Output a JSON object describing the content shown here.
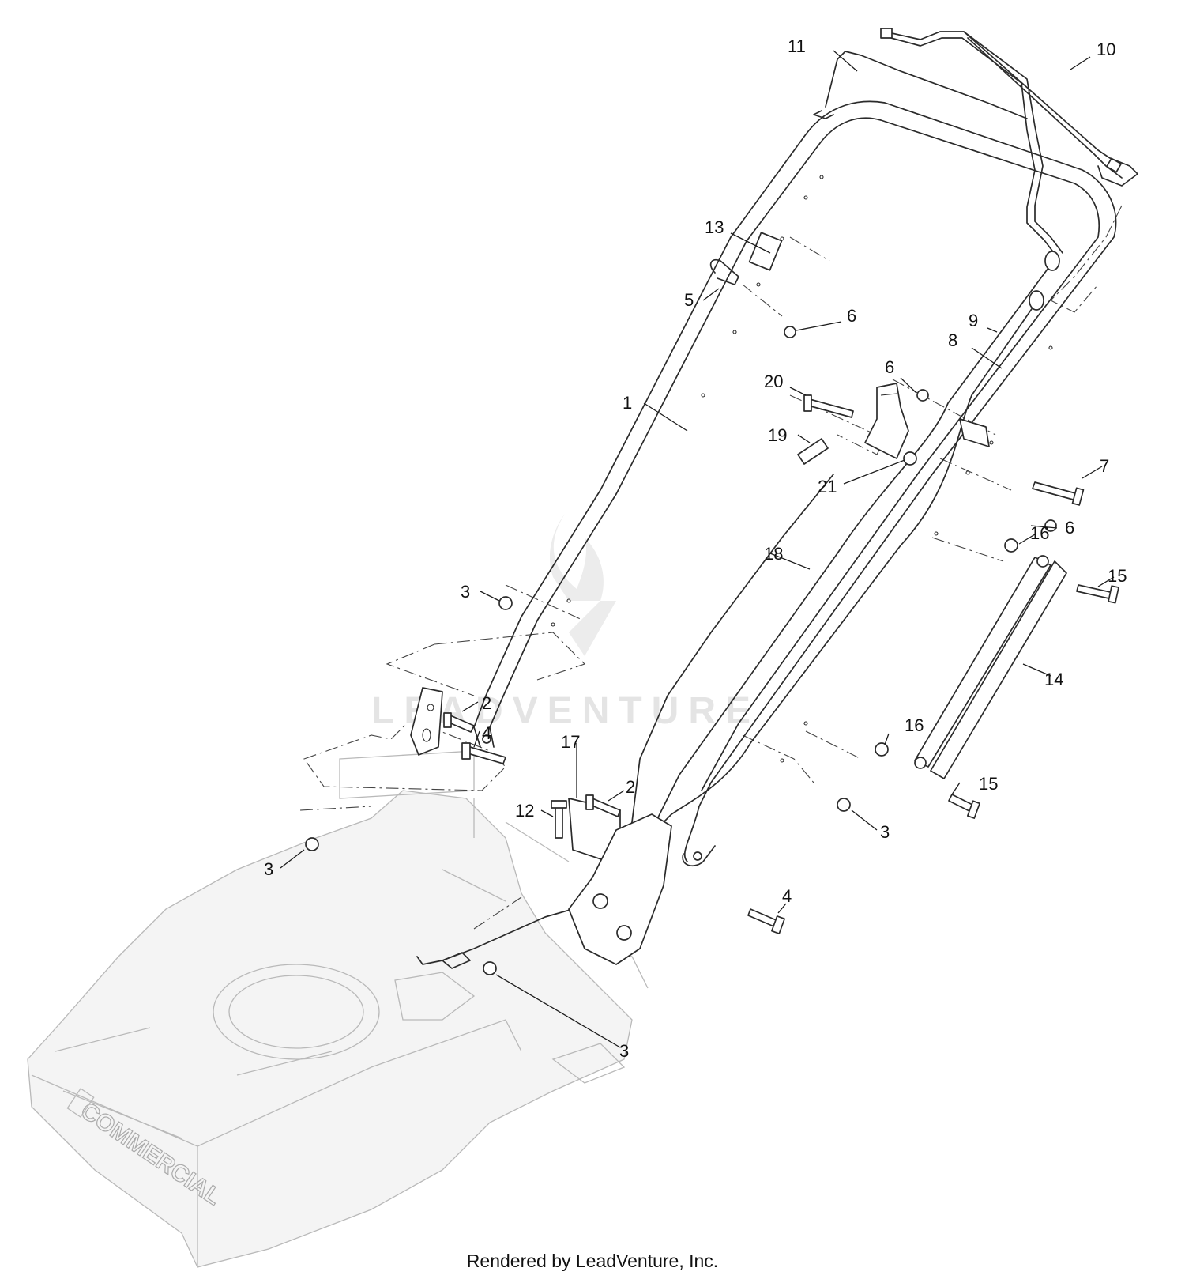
{
  "watermark": "LEADVENTURE",
  "deck_brand_text": "COMMERCIAL",
  "footer": "Rendered by LeadVenture, Inc.",
  "callouts": [
    {
      "id": "c1",
      "label": "1"
    },
    {
      "id": "c2a",
      "label": "2"
    },
    {
      "id": "c2b",
      "label": "2"
    },
    {
      "id": "c3a",
      "label": "3"
    },
    {
      "id": "c3b",
      "label": "3"
    },
    {
      "id": "c3c",
      "label": "3"
    },
    {
      "id": "c3d",
      "label": "3"
    },
    {
      "id": "c4a",
      "label": "4"
    },
    {
      "id": "c4b",
      "label": "4"
    },
    {
      "id": "c5",
      "label": "5"
    },
    {
      "id": "c6a",
      "label": "6"
    },
    {
      "id": "c6b",
      "label": "6"
    },
    {
      "id": "c6c",
      "label": "6"
    },
    {
      "id": "c7",
      "label": "7"
    },
    {
      "id": "c8",
      "label": "8"
    },
    {
      "id": "c9",
      "label": "9"
    },
    {
      "id": "c10",
      "label": "10"
    },
    {
      "id": "c11",
      "label": "11"
    },
    {
      "id": "c12",
      "label": "12"
    },
    {
      "id": "c13",
      "label": "13"
    },
    {
      "id": "c14",
      "label": "14"
    },
    {
      "id": "c15a",
      "label": "15"
    },
    {
      "id": "c15b",
      "label": "15"
    },
    {
      "id": "c16a",
      "label": "16"
    },
    {
      "id": "c16b",
      "label": "16"
    },
    {
      "id": "c17",
      "label": "17"
    },
    {
      "id": "c18",
      "label": "18"
    },
    {
      "id": "c19",
      "label": "19"
    },
    {
      "id": "c20",
      "label": "20"
    },
    {
      "id": "c21",
      "label": "21"
    }
  ]
}
